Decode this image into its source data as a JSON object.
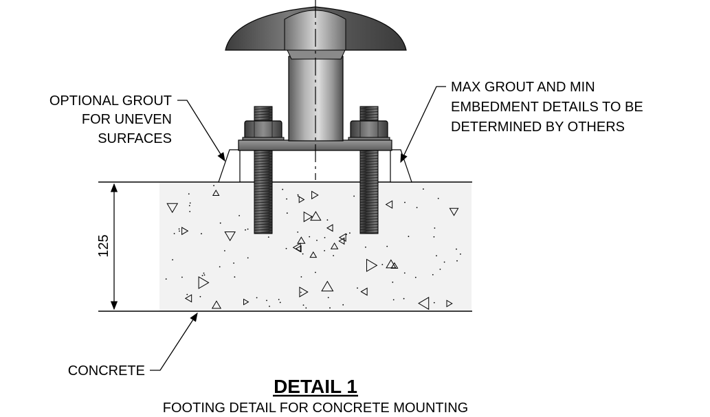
{
  "labels": {
    "grout_optional": [
      "OPTIONAL GROUT",
      "FOR UNEVEN",
      "SURFACES"
    ],
    "grout_max": [
      "MAX GROUT AND MIN",
      "EMBEDMENT DETAILS TO BE",
      "DETERMINED BY OTHERS"
    ],
    "concrete": "CONCRETE",
    "dimension": "125"
  },
  "title": {
    "main": "DETAIL 1",
    "subtitle": "FOOTING DETAIL FOR CONCRETE MOUNTING"
  },
  "colors": {
    "concrete_fill": "#f0f0f0",
    "steel_dark": "#4a4a4a",
    "steel_mid": "#8c8c8c",
    "steel_light": "#c8c8c8"
  }
}
